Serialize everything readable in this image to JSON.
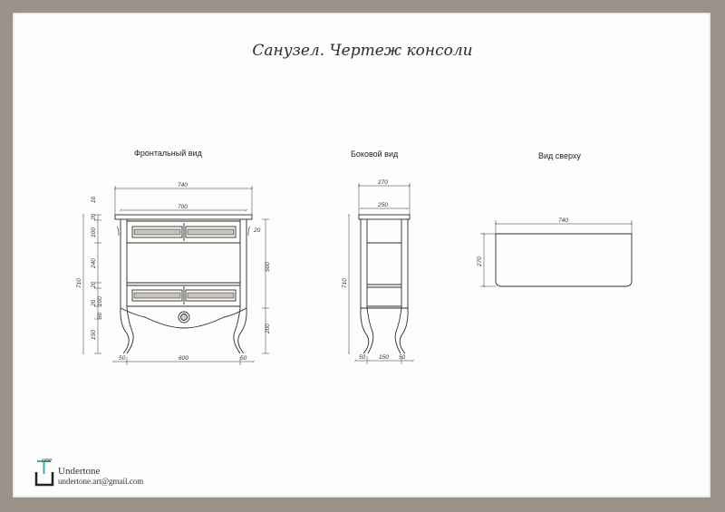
{
  "title": "Санузел. Чертеж консоли",
  "views": {
    "front": "Фронтальный вид",
    "side": "Боковой вид",
    "top": "Вид сверху"
  },
  "front_dims": {
    "total_width": "740",
    "inner_width": "700",
    "base_width": "600",
    "leg_left": "50",
    "leg_right": "50",
    "height_total": "710",
    "h_10": "10",
    "h_20_top": "20",
    "h_100_top": "100",
    "h_240": "240",
    "h_20_mid": "20",
    "h_20_mid2": "20",
    "h_100_bottom": "100",
    "h_50": "50",
    "h_150": "150",
    "right_20": "20",
    "right_500": "500",
    "right_200": "200"
  },
  "side_dims": {
    "width_top": "270",
    "width_inner": "250",
    "height_total": "710",
    "base_left": "50",
    "base_mid": "150",
    "base_right": "50"
  },
  "top_dims": {
    "width": "740",
    "depth": "270"
  },
  "logo": {
    "tone": "one",
    "brand": "Undertone",
    "email": "undertone.art@gmail.com",
    "mark_color": "#4aa8a8"
  }
}
